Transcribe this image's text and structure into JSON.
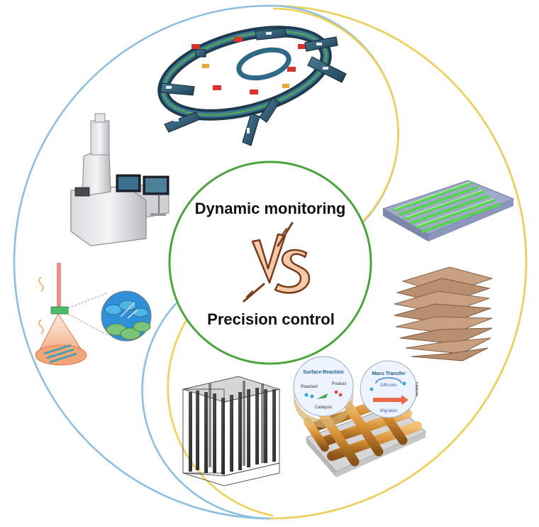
{
  "labels": {
    "top": "Dynamic monitoring",
    "bottom": "Precision control",
    "versus": "VS"
  },
  "panels": {
    "surface_reaction": {
      "title": "Surface Reaction",
      "reactant": "Reactant",
      "product": "Product",
      "catalysts": "Catalysts"
    },
    "mass_transfer": {
      "title": "Mass Transfer",
      "diffusion": "Diffusion",
      "migration": "Migration",
      "side": "Catalysts"
    }
  },
  "colors": {
    "blue_ring": "#8dbfe0",
    "yellow_ring": "#f2cf55",
    "green_circle": "#4aa33b",
    "vs_fill": "#f6c9a8",
    "vs_outline": "#7a3b1a"
  }
}
